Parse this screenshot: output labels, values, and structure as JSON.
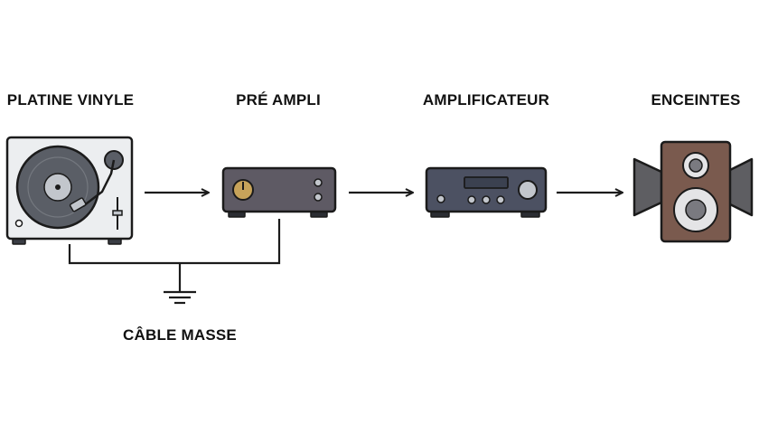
{
  "labels": {
    "turntable": "PLATINE VINYLE",
    "preamp": "PRÉ AMPLI",
    "amplifier": "AMPLIFICATEUR",
    "speakers": "ENCEINTES",
    "ground": "CÂBLE MASSE"
  },
  "colors": {
    "outline": "#1b1b1b",
    "turntable_body": "#eceef0",
    "platter": "#5a5e66",
    "preamp_body": "#5e5a64",
    "amplifier_body": "#4c5162",
    "speaker_cabinet": "#7a5a4e",
    "speaker_wing": "#5e5e62",
    "knob_gold": "#c7a35a"
  }
}
